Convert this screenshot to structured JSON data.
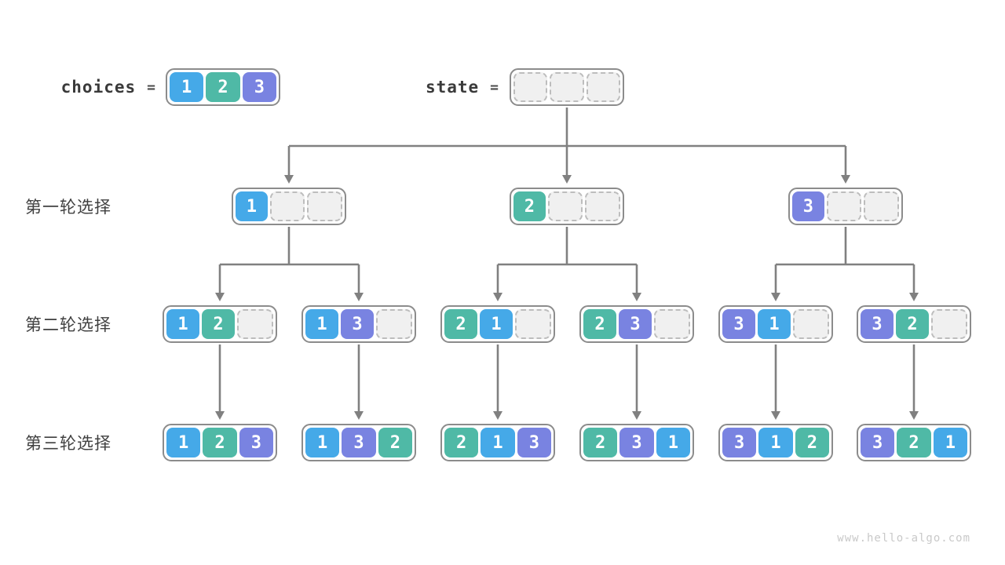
{
  "title": "permutations backtracking tree",
  "colors": {
    "choice_1": "#45A9E8",
    "choice_2": "#4FB9A6",
    "choice_3": "#7983E1",
    "arrow": "#808080",
    "box_border": "#8c8c8c",
    "empty_cell_bg": "#f0f0f0"
  },
  "header": {
    "choices": {
      "label": "choices",
      "equals": "=",
      "cells": [
        1,
        2,
        3
      ]
    },
    "state": {
      "label": "state",
      "equals": "=",
      "cells": [
        null,
        null,
        null
      ]
    }
  },
  "rows": [
    {
      "label": "第一轮选择",
      "boxes": [
        [
          1
        ],
        [
          2
        ],
        [
          3
        ]
      ]
    },
    {
      "label": "第二轮选择",
      "boxes": [
        [
          1,
          2
        ],
        [
          1,
          3
        ],
        [
          2,
          1
        ],
        [
          2,
          3
        ],
        [
          3,
          1
        ],
        [
          3,
          2
        ]
      ]
    },
    {
      "label": "第三轮选择",
      "boxes": [
        [
          1,
          2,
          3
        ],
        [
          1,
          3,
          2
        ],
        [
          2,
          1,
          3
        ],
        [
          2,
          3,
          1
        ],
        [
          3,
          1,
          2
        ],
        [
          3,
          2,
          1
        ]
      ]
    }
  ],
  "watermark": "www.hello-algo.com"
}
